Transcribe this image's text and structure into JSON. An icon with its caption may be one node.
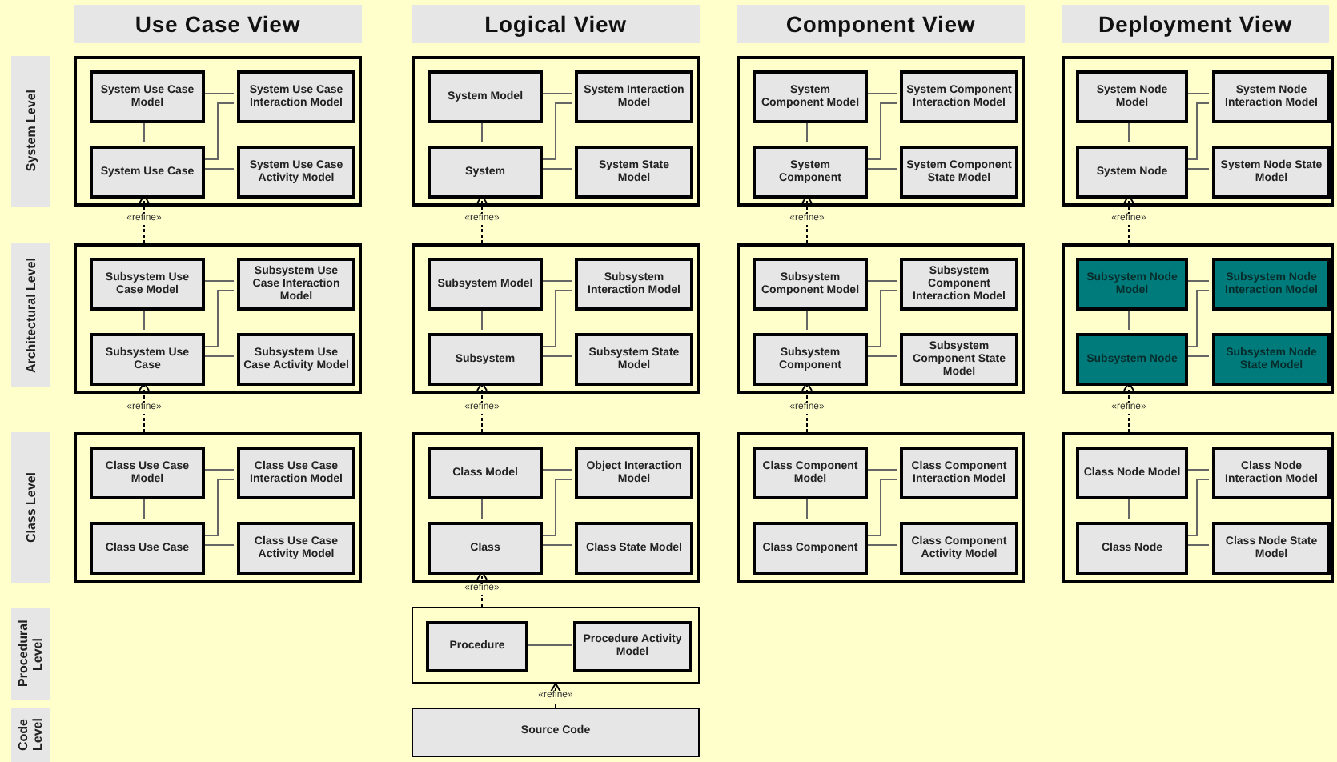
{
  "diagram": {
    "nodes": [
      {
        "text": [
          "Use Case View"
        ]
      },
      {
        "text": [
          "Logical View"
        ]
      },
      {
        "text": [
          "Component View"
        ]
      },
      {
        "text": [
          "Deployment View"
        ]
      },
      {
        "text": [
          "System Level"
        ]
      },
      {
        "text": [],
        "shape": "box"
      },
      {
        "text": [
          "System Use Case Model"
        ],
        "in": 5
      },
      {
        "text": [
          "System Use Case Interaction Model"
        ],
        "in": 5
      },
      {
        "text": [
          "System Use Case"
        ],
        "in": 5
      },
      {
        "text": [
          "System Use Case Activity Model"
        ],
        "in": 5
      },
      {
        "text": [],
        "shape": "box"
      },
      {
        "text": [
          "System Model"
        ],
        "in": 10
      },
      {
        "text": [
          "System Interaction Model"
        ],
        "in": 10
      },
      {
        "text": [
          "System"
        ],
        "in": 10
      },
      {
        "text": [
          "System State Model"
        ],
        "in": 10
      },
      {
        "text": [],
        "shape": "box"
      },
      {
        "text": [
          "System Component Model"
        ],
        "in": 15
      },
      {
        "text": [
          "System Component Interaction Model"
        ],
        "in": 15
      },
      {
        "text": [
          "System Component"
        ],
        "in": 15
      },
      {
        "text": [
          "System Component State Model"
        ],
        "in": 15
      },
      {
        "text": [],
        "shape": "box"
      },
      {
        "text": [
          "System Node Model"
        ],
        "in": 20
      },
      {
        "text": [
          "System Node Interaction Model"
        ],
        "in": 20
      },
      {
        "text": [
          "System Node"
        ],
        "in": 20
      },
      {
        "text": [
          "System Node State Model"
        ],
        "in": 20
      },
      {
        "text": [
          "Architectural Level"
        ]
      },
      {
        "text": [],
        "shape": "box"
      },
      {
        "text": [
          "Subsystem Use Case Model"
        ],
        "in": 26
      },
      {
        "text": [
          "Subsystem Use Case Interaction Model"
        ],
        "in": 26
      },
      {
        "text": [
          "Subsystem Use Case"
        ],
        "in": 26
      },
      {
        "text": [
          "Subsystem Use Case Activity Model"
        ],
        "in": 26
      },
      {
        "text": [],
        "shape": "box"
      },
      {
        "text": [
          "Subsystem Model"
        ],
        "in": 31
      },
      {
        "text": [
          "Subsystem Interaction Model"
        ],
        "in": 31
      },
      {
        "text": [
          "Subsystem"
        ],
        "in": 31
      },
      {
        "text": [
          "Subsystem State Model"
        ],
        "in": 31
      },
      {
        "text": [],
        "shape": "box"
      },
      {
        "text": [
          "Subsystem Component Model"
        ],
        "in": 36
      },
      {
        "text": [
          "Subsystem Component Interaction Model"
        ],
        "in": 36
      },
      {
        "text": [
          "Subsystem Component"
        ],
        "in": 36
      },
      {
        "text": [
          "Subsystem Component State Model"
        ],
        "in": 36
      },
      {
        "text": [],
        "shape": "box"
      },
      {
        "text": [
          "Subsystem Node Model"
        ],
        "in": 41
      },
      {
        "text": [
          "Subsystem Node Interaction Model"
        ],
        "in": 41
      },
      {
        "text": [
          "Subsystem Node"
        ],
        "in": 41
      },
      {
        "text": [
          "Subsystem Node State Model"
        ],
        "in": 41
      },
      {
        "text": [
          "Class Level"
        ]
      },
      {
        "text": [],
        "shape": "box"
      },
      {
        "text": [
          "Class Use Case Model"
        ],
        "in": 47
      },
      {
        "text": [
          "Class Use Case Interaction Model"
        ],
        "in": 47
      },
      {
        "text": [
          "Class Use Case"
        ],
        "in": 47
      },
      {
        "text": [
          "Class Use Case Activity Model"
        ],
        "in": 47
      },
      {
        "text": [],
        "shape": "box"
      },
      {
        "text": [
          "Class Model"
        ],
        "in": 52
      },
      {
        "text": [
          "Object Interaction Model"
        ],
        "in": 52
      },
      {
        "text": [
          "Class"
        ],
        "in": 52
      },
      {
        "text": [
          "Class State Model"
        ],
        "in": 52
      },
      {
        "text": [],
        "shape": "box"
      },
      {
        "text": [
          "Class Component Model"
        ],
        "in": 57
      },
      {
        "text": [
          "Class Component Interaction Model"
        ],
        "in": 57
      },
      {
        "text": [
          "Class Component"
        ],
        "in": 57
      },
      {
        "text": [
          "Class Component Activity Model"
        ],
        "in": 57
      },
      {
        "text": [],
        "shape": "box"
      },
      {
        "text": [
          "Class Node Model"
        ],
        "in": 62
      },
      {
        "text": [
          "Class Node Interaction Model"
        ],
        "in": 62
      },
      {
        "text": [
          "Class Node"
        ],
        "in": 62
      },
      {
        "text": [
          "Class Node State Model"
        ],
        "in": 62
      },
      {
        "text": [
          "Procedural Level"
        ]
      },
      {
        "text": [],
        "shape": "box"
      },
      {
        "text": [
          "Procedure"
        ],
        "in": 68
      },
      {
        "text": [
          "Procedure Activity Model"
        ],
        "in": 68
      },
      {
        "text": [
          "Code Level"
        ]
      },
      {
        "text": [
          "Source Code"
        ]
      }
    ],
    "edges": [
      {
        "from": 6,
        "to": 7,
        "arrow": "none"
      },
      {
        "from": 6,
        "to": 8,
        "arrow": "none"
      },
      {
        "from": 8,
        "to": 7,
        "arrow": "none"
      },
      {
        "from": 8,
        "to": 9,
        "arrow": "none"
      },
      {
        "from": 11,
        "to": 12,
        "arrow": "none"
      },
      {
        "from": 11,
        "to": 13,
        "arrow": "none"
      },
      {
        "from": 13,
        "to": 12,
        "arrow": "none"
      },
      {
        "from": 13,
        "to": 14,
        "arrow": "none"
      },
      {
        "from": 16,
        "to": 17,
        "arrow": "none"
      },
      {
        "from": 16,
        "to": 18,
        "arrow": "none"
      },
      {
        "from": 18,
        "to": 17,
        "arrow": "none"
      },
      {
        "from": 18,
        "to": 19,
        "arrow": "none"
      },
      {
        "from": 21,
        "to": 22,
        "arrow": "none"
      },
      {
        "from": 21,
        "to": 23,
        "arrow": "none"
      },
      {
        "from": 23,
        "to": 22,
        "arrow": "none"
      },
      {
        "from": 23,
        "to": 24,
        "arrow": "none"
      },
      {
        "from": 27,
        "to": 28,
        "arrow": "none"
      },
      {
        "from": 27,
        "to": 29,
        "arrow": "none"
      },
      {
        "from": 29,
        "to": 28,
        "arrow": "none"
      },
      {
        "from": 29,
        "to": 30,
        "arrow": "none"
      },
      {
        "from": 32,
        "to": 33,
        "arrow": "none"
      },
      {
        "from": 32,
        "to": 34,
        "arrow": "none"
      },
      {
        "from": 34,
        "to": 33,
        "arrow": "none"
      },
      {
        "from": 34,
        "to": 35,
        "arrow": "none"
      },
      {
        "from": 37,
        "to": 38,
        "arrow": "none"
      },
      {
        "from": 37,
        "to": 39,
        "arrow": "none"
      },
      {
        "from": 39,
        "to": 38,
        "arrow": "none"
      },
      {
        "from": 39,
        "to": 40,
        "arrow": "none"
      },
      {
        "from": 42,
        "to": 43,
        "arrow": "none"
      },
      {
        "from": 42,
        "to": 44,
        "arrow": "none"
      },
      {
        "from": 44,
        "to": 43,
        "arrow": "none"
      },
      {
        "from": 44,
        "to": 45,
        "arrow": "none"
      },
      {
        "from": 48,
        "to": 49,
        "arrow": "none"
      },
      {
        "from": 48,
        "to": 50,
        "arrow": "none"
      },
      {
        "from": 50,
        "to": 49,
        "arrow": "none"
      },
      {
        "from": 50,
        "to": 51,
        "arrow": "none"
      },
      {
        "from": 53,
        "to": 54,
        "arrow": "none"
      },
      {
        "from": 53,
        "to": 55,
        "arrow": "none"
      },
      {
        "from": 55,
        "to": 54,
        "arrow": "none"
      },
      {
        "from": 55,
        "to": 56,
        "arrow": "none"
      },
      {
        "from": 58,
        "to": 59,
        "arrow": "none"
      },
      {
        "from": 58,
        "to": 60,
        "arrow": "none"
      },
      {
        "from": 60,
        "to": 59,
        "arrow": "none"
      },
      {
        "from": 60,
        "to": 61,
        "arrow": "none"
      },
      {
        "from": 63,
        "to": 64,
        "arrow": "none"
      },
      {
        "from": 63,
        "to": 65,
        "arrow": "none"
      },
      {
        "from": 65,
        "to": 64,
        "arrow": "none"
      },
      {
        "from": 65,
        "to": 66,
        "arrow": "none"
      },
      {
        "from": 69,
        "to": 70,
        "arrow": "none"
      },
      {
        "from": 26,
        "to": 8,
        "arrow": "to",
        "style": "dashed",
        "color": "#000000",
        "label": "«refine»"
      },
      {
        "from": 47,
        "to": 29,
        "arrow": "to",
        "style": "dashed",
        "color": "#000000",
        "label": "«refine»"
      },
      {
        "from": 31,
        "to": 13,
        "arrow": "to",
        "style": "dashed",
        "color": "#000000",
        "label": "«refine»"
      },
      {
        "from": 52,
        "to": 34,
        "arrow": "to",
        "style": "dashed",
        "color": "#000000",
        "label": "«refine»"
      },
      {
        "from": 68,
        "to": 55,
        "arrow": "to",
        "style": "dashed",
        "color": "#000000",
        "label": "«refine»"
      },
      {
        "from": 72,
        "to": 68,
        "arrow": "to",
        "style": "dashed",
        "color": "#000000",
        "label": "«refine»"
      },
      {
        "from": 36,
        "to": 18,
        "arrow": "to",
        "style": "dashed",
        "color": "#000000",
        "label": "«refine»"
      },
      {
        "from": 57,
        "to": 39,
        "arrow": "to",
        "style": "dashed",
        "color": "#000000",
        "label": "«refine»"
      },
      {
        "from": 41,
        "to": 23,
        "arrow": "to",
        "style": "dashed",
        "color": "#000000",
        "label": "«refine»"
      },
      {
        "from": 62,
        "to": 44,
        "arrow": "to",
        "style": "dashed",
        "color": "#000000",
        "label": "«refine»"
      }
    ]
  }
}
